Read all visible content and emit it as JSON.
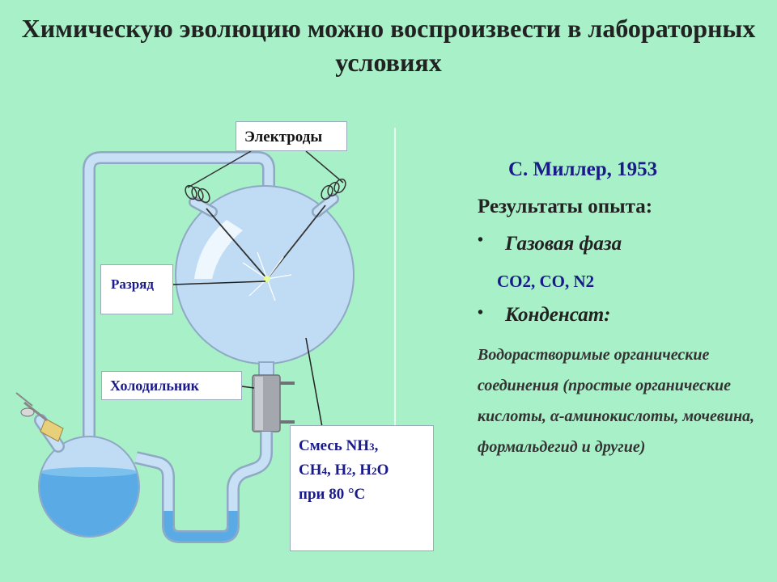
{
  "title": "Химическую эволюцию можно воспроизвести в лабораторных условиях",
  "labels": {
    "electrodes": "Электроды",
    "discharge": "Разряд",
    "cooler": "Холодильник",
    "mixture_line1": "Смесь NH",
    "mixture_sub1": "3",
    "mixture_line1_end": ",",
    "mixture_line2_a": "CH",
    "mixture_sub2": "4",
    "mixture_line2_b": ", H",
    "mixture_sub3": "2",
    "mixture_line2_c": ", H",
    "mixture_sub4": "2",
    "mixture_line2_d": "O",
    "mixture_line3": "при 80 °С"
  },
  "results": {
    "author": "С. Миллер, 1953",
    "heading": "Результаты опыта:",
    "bullet": "•",
    "gas_phase": "Газовая фаза",
    "gases": "CO2, CO, N2",
    "condensate": "Конденсат:",
    "description": "Водорастворимые органические соединения (простые органические кислоты, α-аминокислоты, мочевина, формальдегид и другие)"
  },
  "colors": {
    "background": "#a8f0c8",
    "glass": "#c0dcf4",
    "glass_edge": "#8fa8c4",
    "water": "#5aaae6",
    "label_text": "#1a1a8a"
  }
}
